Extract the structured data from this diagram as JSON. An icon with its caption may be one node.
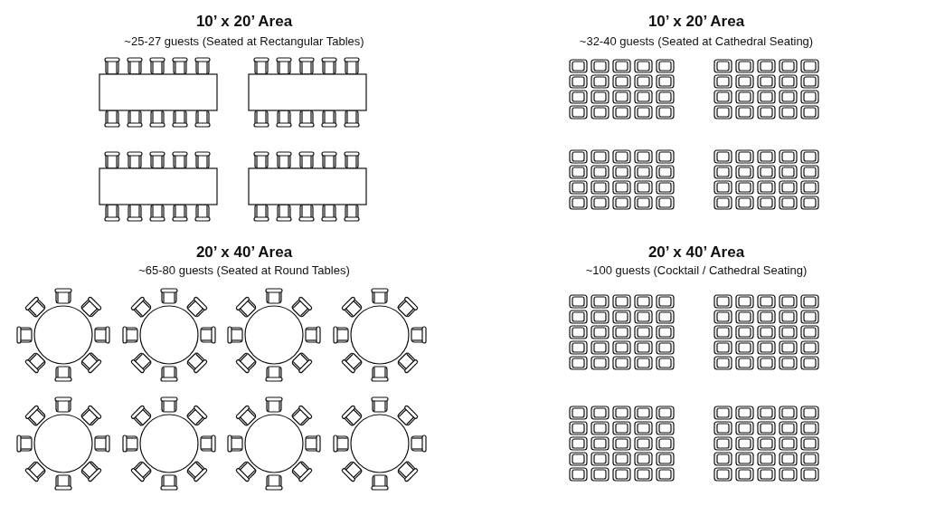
{
  "diagram": {
    "labels": [
      "10’ x 20’ Area",
      "~25-27 guests (Seated at Rectangular Tables)",
      "10’ x 20’ Area",
      "~32-40 guests (Seated at Cathedral Seating)",
      "20’ x 40’ Area",
      "~65-80 guests (Seated at Round Tables)",
      "20’ x 40’ Area",
      "~100 guests (Cocktail / Cathedral Seating)"
    ]
  }
}
